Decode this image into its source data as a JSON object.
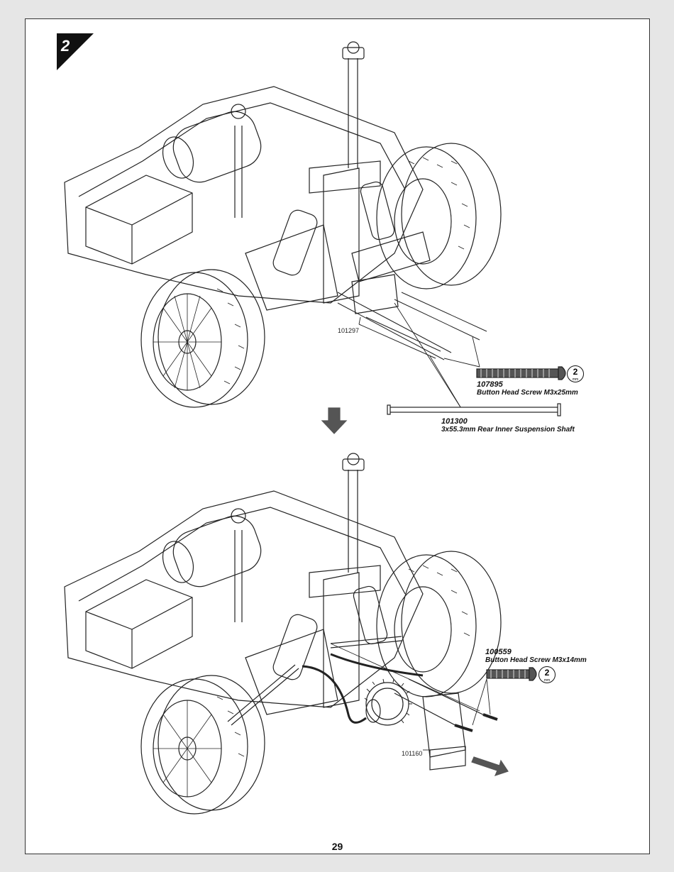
{
  "step": {
    "number": "2"
  },
  "top_callout": "101297",
  "bottom_callout": "101160",
  "parts": [
    {
      "part_no": "107895",
      "name": "Button Head Screw M3x25mm"
    },
    {
      "part_no": "101300",
      "name": "3x55.3mm Rear Inner Suspension Shaft"
    },
    {
      "part_no": "100559",
      "name": "Button Head Screw M3x14mm"
    }
  ],
  "tool": {
    "size": "2",
    "unit": "mm"
  },
  "page_number": "29"
}
